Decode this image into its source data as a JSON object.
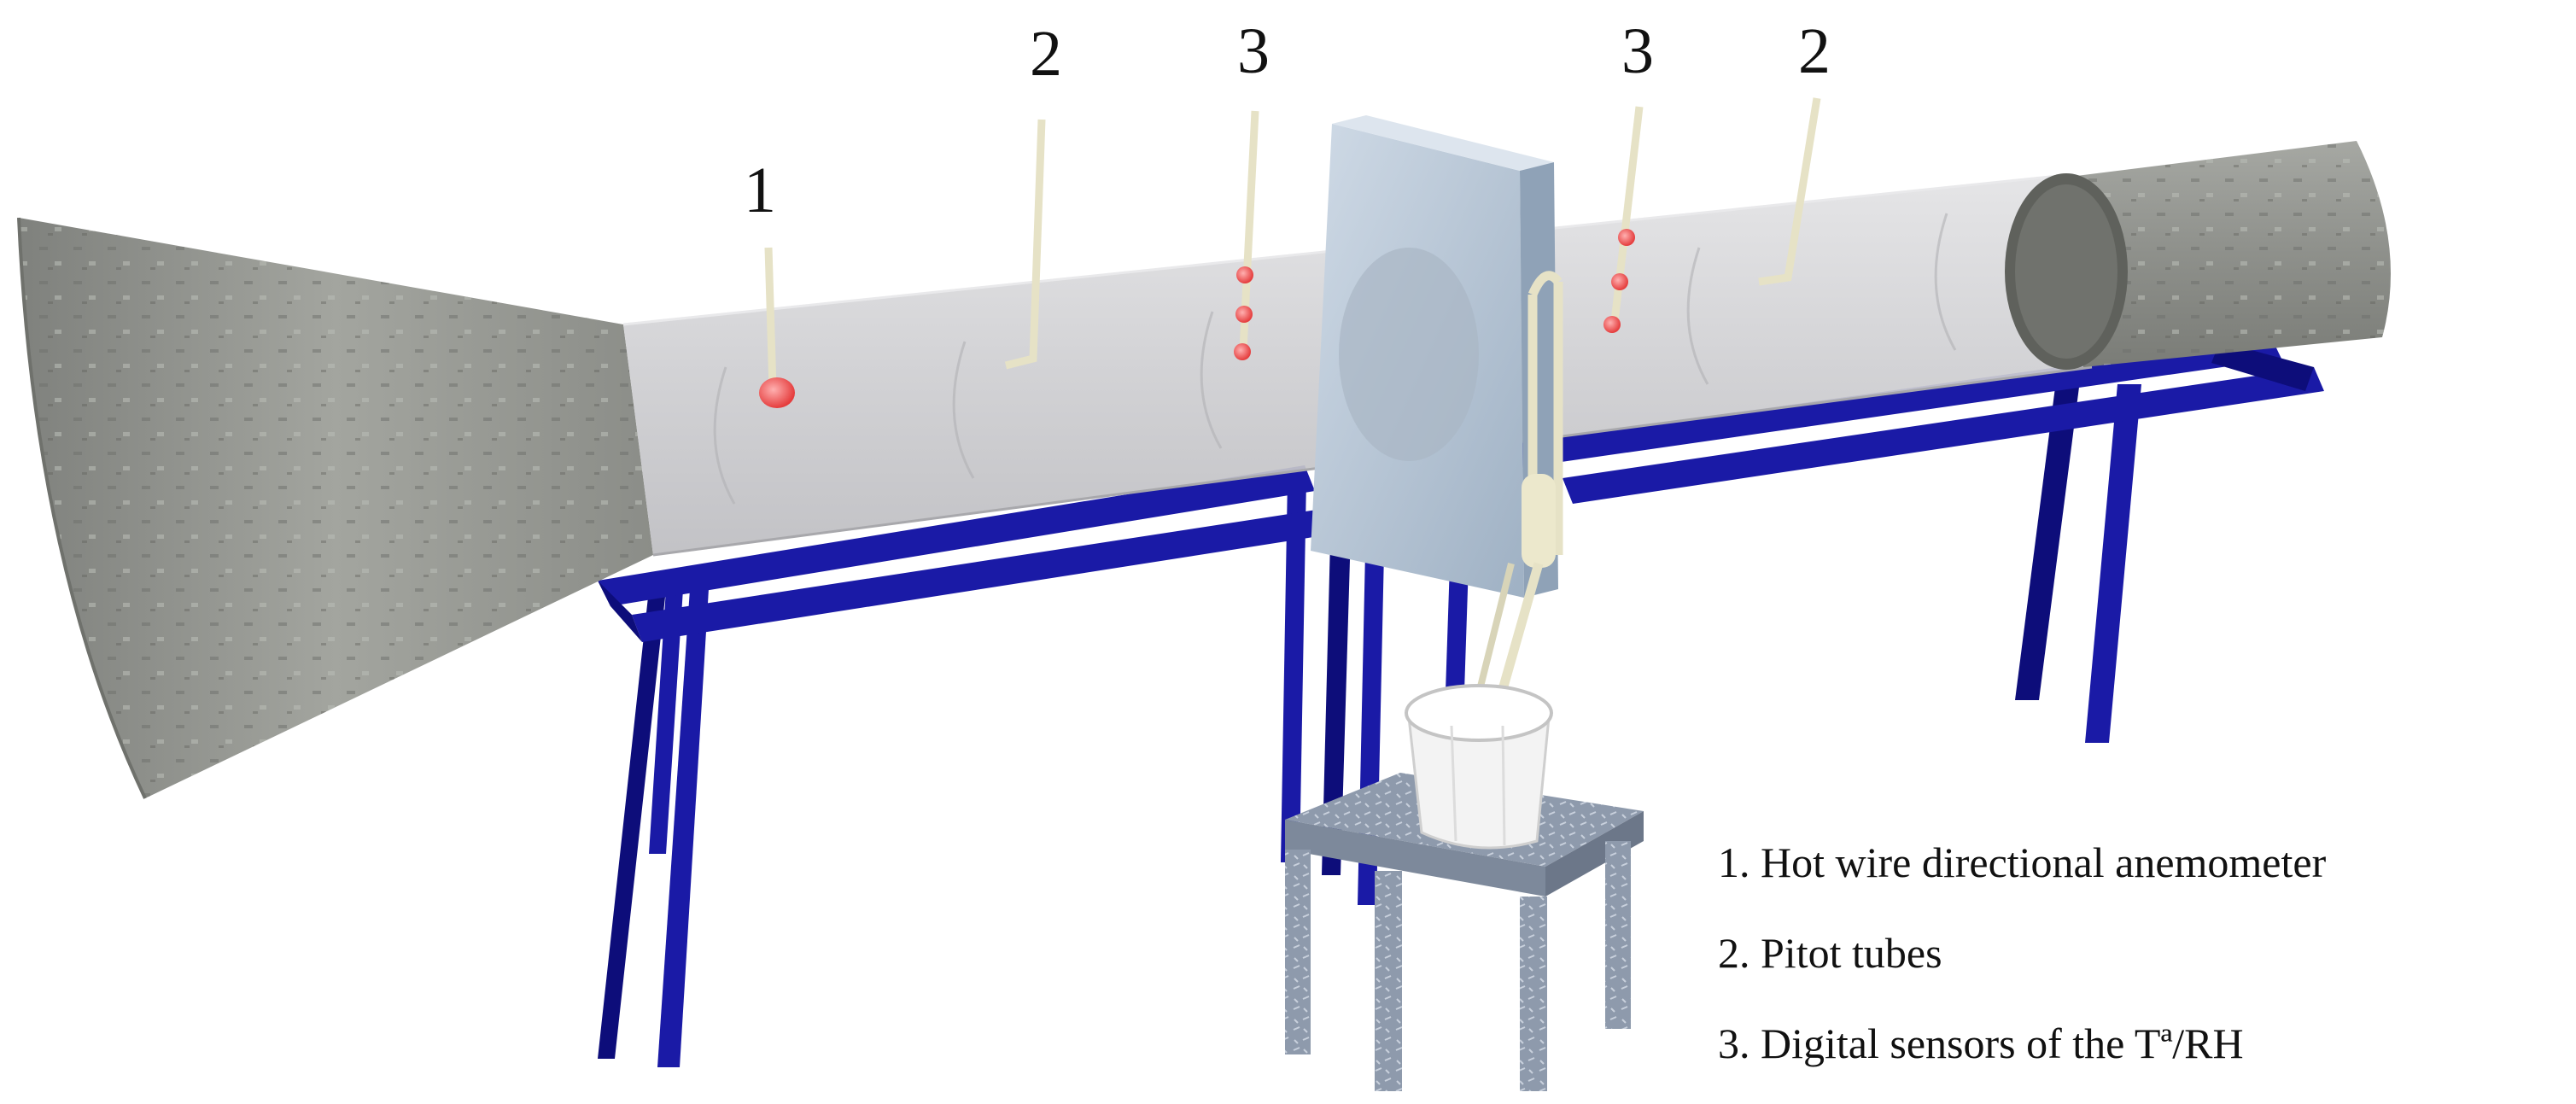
{
  "callouts": [
    {
      "id": "hot-wire",
      "number": "1"
    },
    {
      "id": "pitot-left",
      "number": "2"
    },
    {
      "id": "sensors-left",
      "number": "3"
    },
    {
      "id": "sensors-right",
      "number": "3"
    },
    {
      "id": "pitot-right",
      "number": "2"
    }
  ],
  "legend": {
    "items": [
      "1. Hot wire directional anemometer",
      "2. Pitot tubes",
      "3. Digital sensors of the Tª/RH"
    ]
  },
  "colors": {
    "frame": "#1a1aa6",
    "frame_dark": "#0d0d7a",
    "duct": "#c9c9cb",
    "concrete": "#8f918c",
    "probe": "#e8e4c8",
    "sensor": "#f05a5a",
    "panel": "#b6c5d6",
    "stand": "#8e9aac",
    "bucket": "#f2f2f2"
  },
  "icons": [
    "support-frame",
    "inlet-cone",
    "outlet-cylinder",
    "test-section-panel",
    "manometer-tube",
    "bucket",
    "stand"
  ]
}
